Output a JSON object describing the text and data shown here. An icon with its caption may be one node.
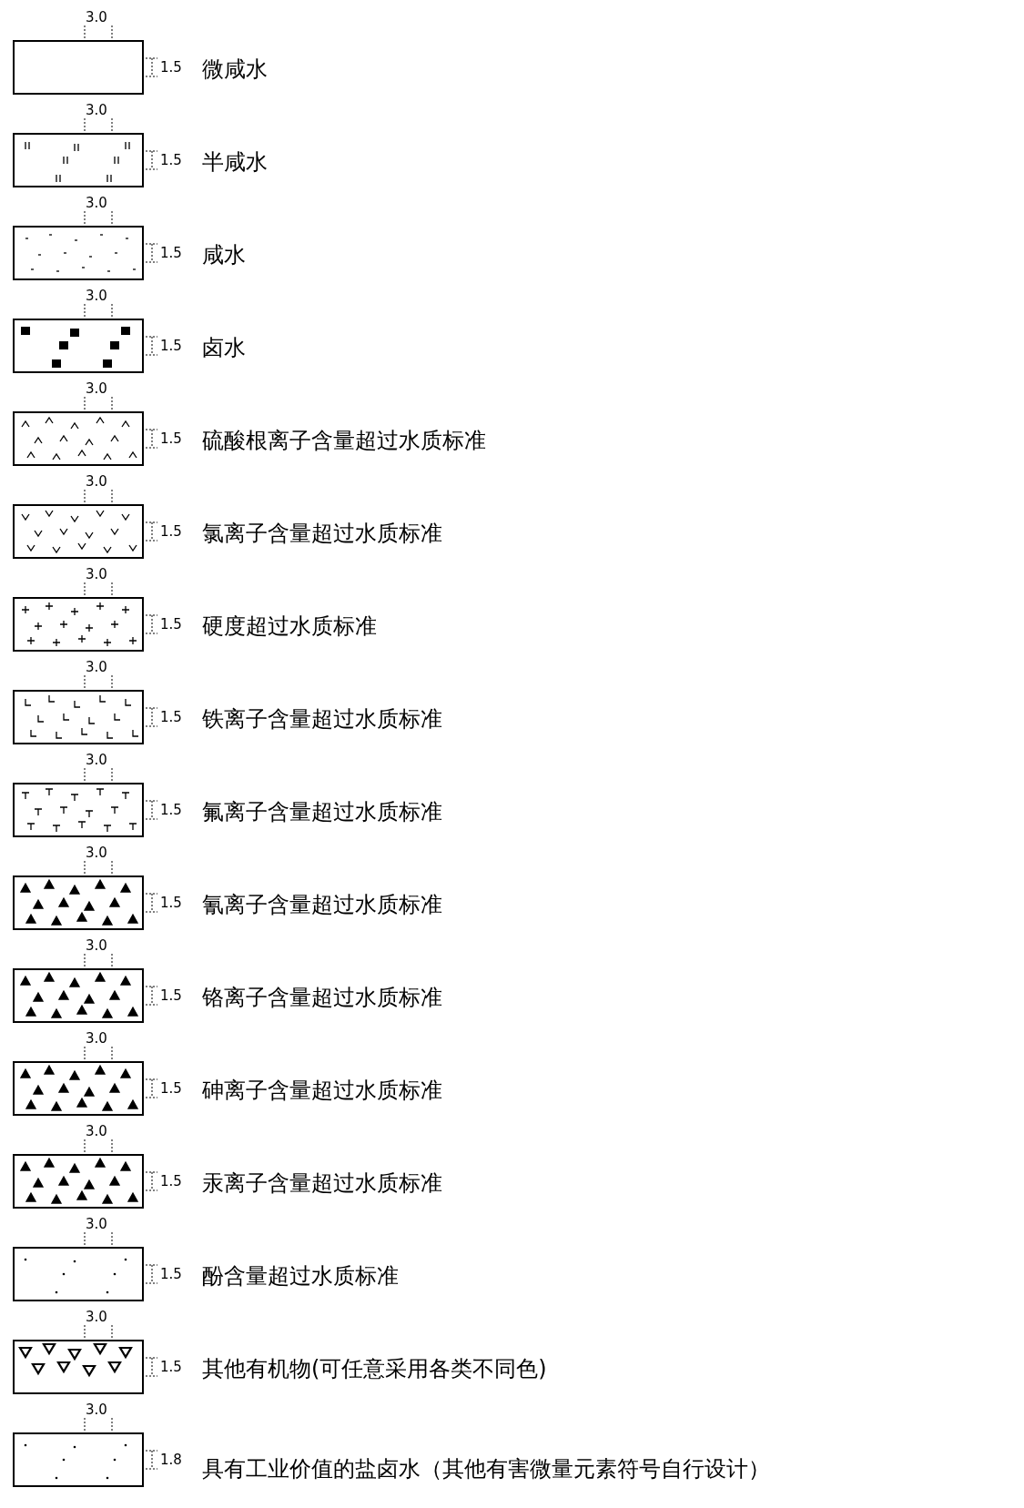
{
  "diagram": {
    "labels": [
      "3.0",
      "1.5",
      "3.0",
      "1.5",
      "3.0",
      "1.5",
      "3.0",
      "1.5",
      "3.0",
      "1.5",
      "3.0",
      "1.5",
      "3.0",
      "1.5",
      "3.0",
      "1.5",
      "3.0",
      "1.5",
      "3.0",
      "1.5",
      "3.0",
      "1.5",
      "3.0",
      "1.5",
      "3.0",
      "1.5",
      "3.0",
      "1.5",
      "3.0",
      "1.5",
      "3.0",
      "1.8"
    ],
    "legend": [
      {
        "text": "微咸水"
      },
      {
        "text": "半咸水"
      },
      {
        "text": "咸水"
      },
      {
        "text": "卤水"
      },
      {
        "text": "硫酸根离子含量超过水质标准"
      },
      {
        "text": "氯离子含量超过水质标准"
      },
      {
        "text": "硬度超过水质标准"
      },
      {
        "text": "铁离子含量超过水质标准"
      },
      {
        "text": "氟离子含量超过水质标准"
      },
      {
        "text": "氰离子含量超过水质标准"
      },
      {
        "text": "铬离子含量超过水质标准"
      },
      {
        "text": "砷离子含量超过水质标准"
      },
      {
        "text": "汞离子含量超过水质标准"
      },
      {
        "text": "酚含量超过水质标准"
      },
      {
        "text": "其他有机物(可任意采用各类不同色)"
      },
      {
        "text": "具有工业价值的盐卤水（其他有害微量元素符号自行设计）"
      }
    ]
  }
}
